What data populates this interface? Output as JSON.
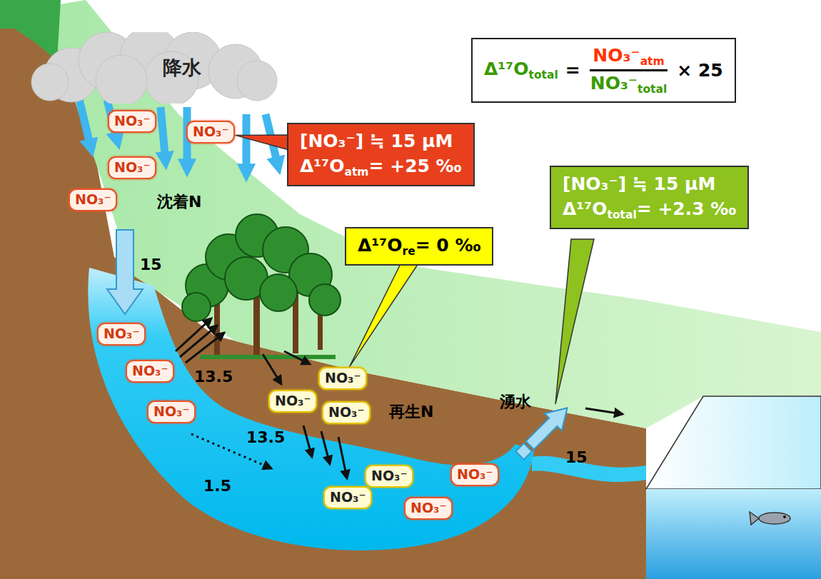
{
  "diagram": {
    "nodes": [
      {
        "text": [
          "降水"
        ]
      },
      {
        "text": [
          "Δ¹⁷O",
          "total",
          "=",
          "NO₃⁻",
          "atm",
          "NO₃⁻",
          "total",
          "× 25"
        ]
      },
      {
        "text": [
          "NO₃⁻"
        ]
      },
      {
        "text": [
          "NO₃⁻"
        ]
      },
      {
        "text": [
          "[NO₃⁻] ≒ 15 μM",
          "Δ¹⁷O",
          "atm",
          "= +25 ‰"
        ]
      },
      {
        "text": [
          "NO₃⁻"
        ]
      },
      {
        "text": [
          "NO₃⁻"
        ]
      },
      {
        "text": [
          "[NO₃⁻] ≒ 15 μM",
          "Δ¹⁷O",
          "total",
          "= +2.3 ‰"
        ]
      },
      {
        "text": [
          "Δ¹⁷O",
          "re",
          "= 0 ‰"
        ]
      },
      {
        "text": [
          "NO₃⁻"
        ]
      },
      {
        "text": [
          "NO₃⁻"
        ]
      },
      {
        "text": [
          "NO₃⁻"
        ]
      },
      {
        "text": [
          "NO₃⁻"
        ]
      },
      {
        "text": [
          "NO₃⁻"
        ]
      },
      {
        "text": [
          "NO₃⁻"
        ]
      },
      {
        "text": [
          "NO₃⁻"
        ]
      },
      {
        "text": [
          "NO₃⁻"
        ]
      },
      {
        "text": [
          "NO₃⁻"
        ]
      },
      {
        "text": [
          "NO₃⁻"
        ]
      }
    ],
    "edges": [
      {
        "from": 4,
        "to": 3,
        "arrow": "none"
      },
      {
        "from": 8,
        "to": 10,
        "arrow": "none"
      }
    ],
    "labels": [
      "沈着N",
      "15",
      "13.5",
      "再生N",
      "13.5",
      "1.5",
      "湧水",
      "15"
    ]
  }
}
